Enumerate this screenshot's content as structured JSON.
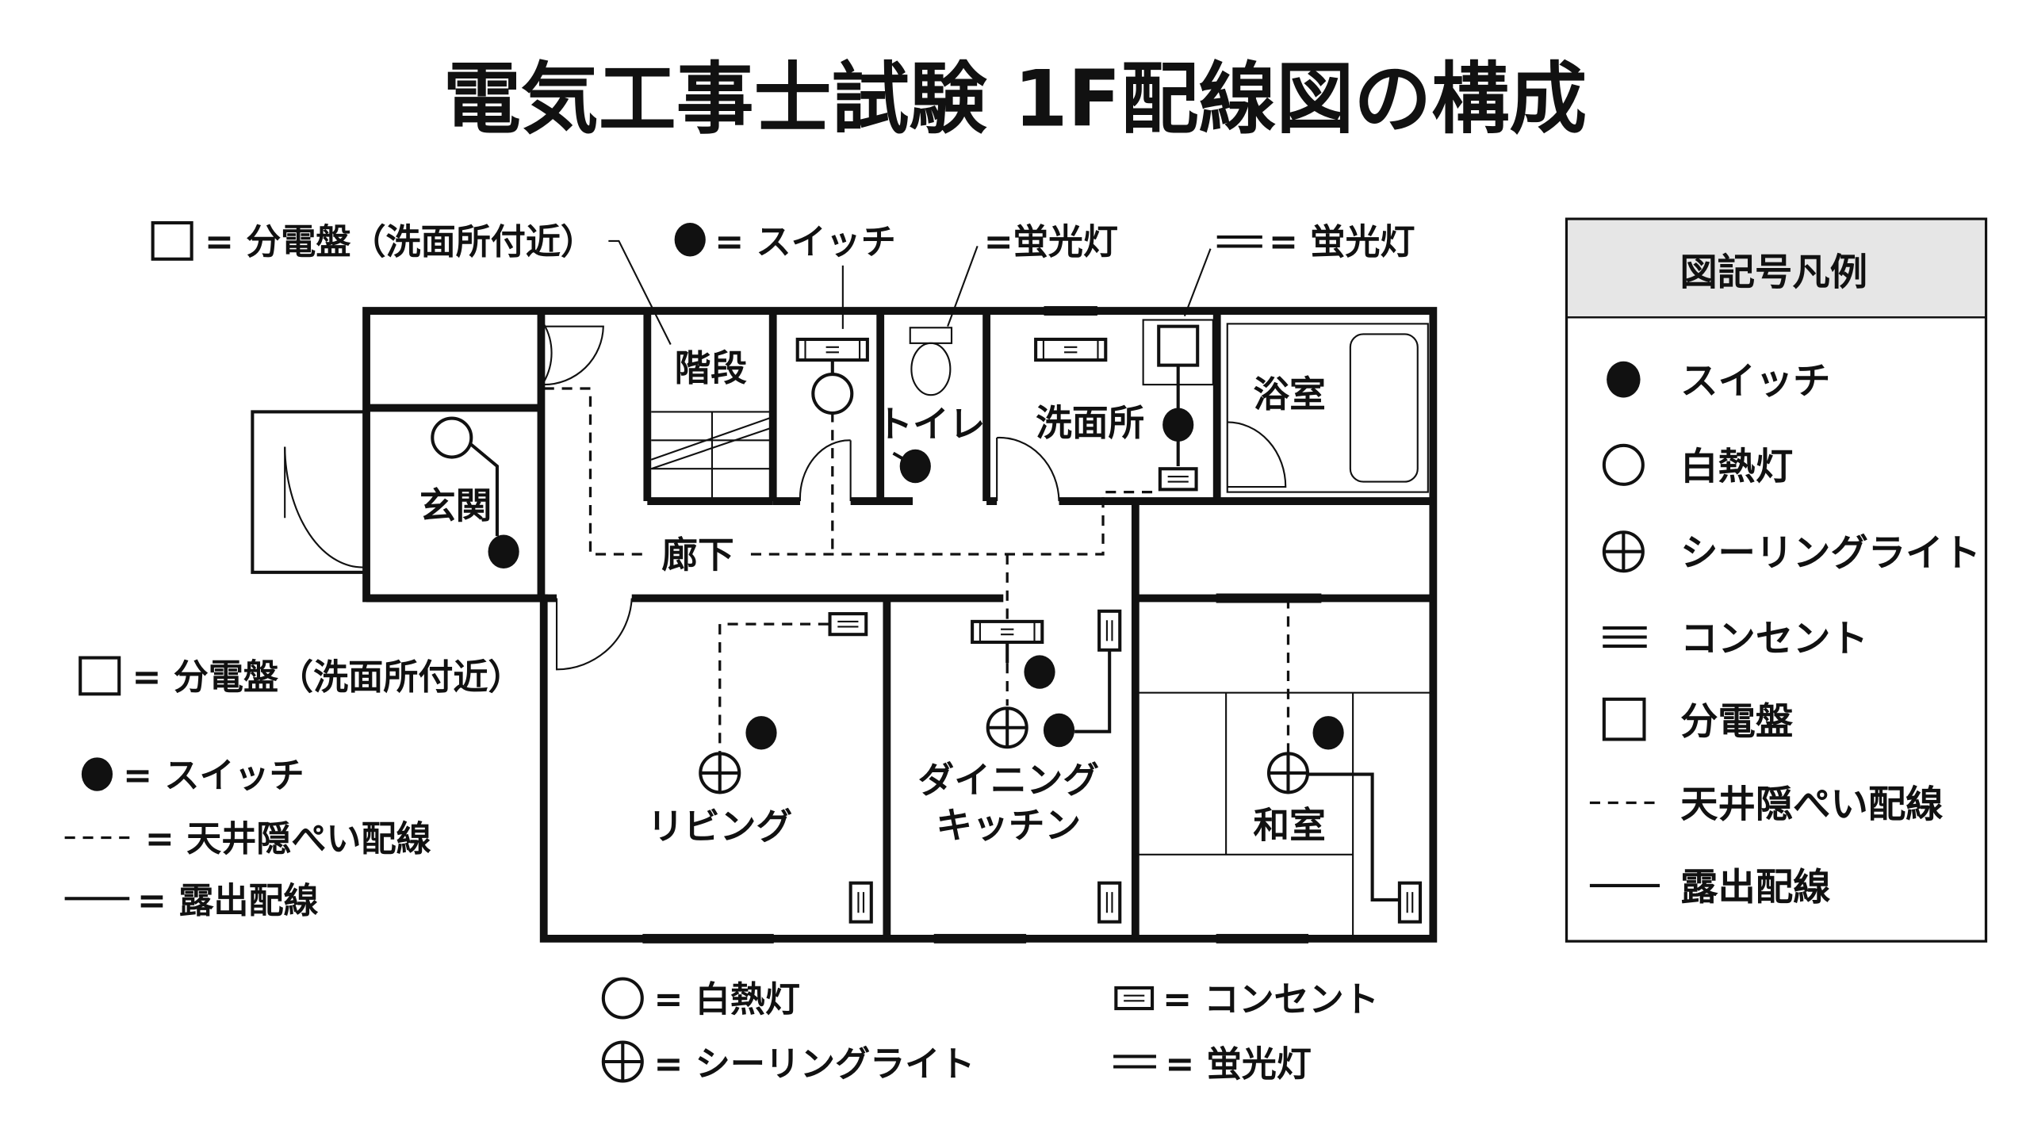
{
  "title": "電気工事士試験 1F配線図の構成",
  "callouts": {
    "panel": "= 分電盤（洗面所付近）",
    "switch": "= スイッチ",
    "fluor1": "=蛍光灯",
    "fluor2": "= 蛍光灯"
  },
  "rooms": {
    "stairs": "階段",
    "toilet": "トイレ",
    "washroom": "洗面所",
    "bath": "浴室",
    "entrance": "玄関",
    "corridor": "廊下",
    "living": "リビング",
    "dining": "ダイニング",
    "kitchen": "キッチン",
    "washitsu": "和室"
  },
  "left_legend": {
    "panel": "= 分電盤（洗面所付近）",
    "switch": "= スイッチ",
    "hidden": "= 天井隠ぺい配線",
    "exposed": "= 露出配線"
  },
  "bottom_legend": {
    "incandescent": "= 白熱灯",
    "ceiling": "= シーリングライト",
    "outlet": "= コンセント",
    "fluorescent": "= 蛍光灯"
  },
  "legend_box": {
    "title": "図記号凡例",
    "items": [
      {
        "icon": "switch-icon",
        "label": "スイッチ"
      },
      {
        "icon": "incandescent-icon",
        "label": "白熱灯"
      },
      {
        "icon": "ceiling-light-icon",
        "label": "シーリングライト"
      },
      {
        "icon": "outlet-icon",
        "label": "コンセント"
      },
      {
        "icon": "panel-icon",
        "label": "分電盤"
      },
      {
        "icon": "hidden-wiring-icon",
        "label": "天井隠ぺい配線"
      },
      {
        "icon": "exposed-wiring-icon",
        "label": "露出配線"
      }
    ]
  },
  "colors": {
    "ink": "#111111",
    "legend_header": "#e6e6e6"
  }
}
